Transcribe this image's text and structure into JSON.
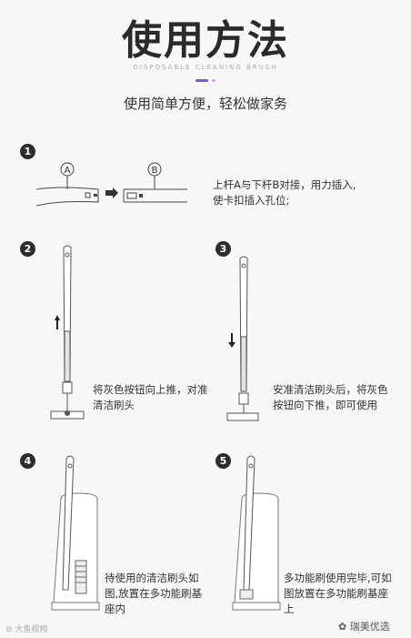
{
  "header": {
    "title": "使用方法",
    "subtitle": "DISPOSABLE CLEANING BRUSH",
    "tagline": "使用简单方便，轻松做家务"
  },
  "steps": [
    {
      "number": "1",
      "label_a": "A",
      "label_b": "B",
      "lines": [
        "上杆A与下杆B对接，用力插入,",
        "使卡扣插入孔位;"
      ]
    },
    {
      "number": "2",
      "lines": [
        "将灰色按钮向上推，对准",
        "清洁刷头"
      ]
    },
    {
      "number": "3",
      "lines": [
        "安准清洁刷头后，将灰色",
        "按钮向下推，即可使用"
      ]
    },
    {
      "number": "4",
      "lines": [
        "待使用的清洁刷头如",
        "图,放置在多功能刷基",
        "座内"
      ]
    },
    {
      "number": "5",
      "lines": [
        "多功能刷使用完毕,可如",
        "图放置在多功能刷基座",
        "上"
      ]
    }
  ],
  "watermarks": {
    "left": "大鱼视频",
    "right": "瑞美优选"
  },
  "colors": {
    "accent": "#8a4fd8",
    "accent_light": "#c9a6f2",
    "number_bg": "#2c2c2c"
  }
}
